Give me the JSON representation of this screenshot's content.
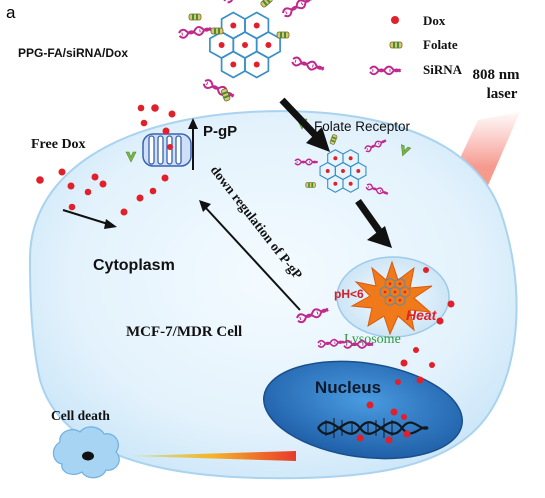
{
  "panel_label": "a",
  "construct_label": "PPG-FA/siRNA/Dox",
  "legend": {
    "items": [
      {
        "label": "Dox"
      },
      {
        "label": "Folate"
      },
      {
        "label": "SiRNA"
      }
    ]
  },
  "laser_label_line1": "808 nm",
  "laser_label_line2": "laser",
  "folate_receptor_label": "Folate Receptor",
  "free_dox_label": "Free Dox",
  "pgp_label": "P-gP",
  "down_regulation_label": "down regulation of P-gP",
  "cytoplasm_label": "Cytoplasm",
  "cell_label": "MCF-7/MDR Cell",
  "ph_label": "pH<6",
  "heat_label": "Heat",
  "lysosome_label": "Lysosome",
  "nucleus_label": "Nucleus",
  "cell_death_label": "Cell death",
  "colors": {
    "dox_red": "#e0202a",
    "sirna_magenta": "#c0288c",
    "cell_fill": "#dff0fb",
    "nucleus_blue": "#2f7fc8",
    "heat_orange": "#f07a1a",
    "laser_red": "#f06a5a",
    "lysosome_text": "#2e9a3c",
    "folate_green": "#7cb84a",
    "pgp_blue": "#3a62b4"
  },
  "icons": [
    "dox-dot",
    "folate-icon",
    "sirna-icon",
    "pgp-transporter-icon",
    "dna-helix-icon",
    "starburst-heat-icon"
  ]
}
